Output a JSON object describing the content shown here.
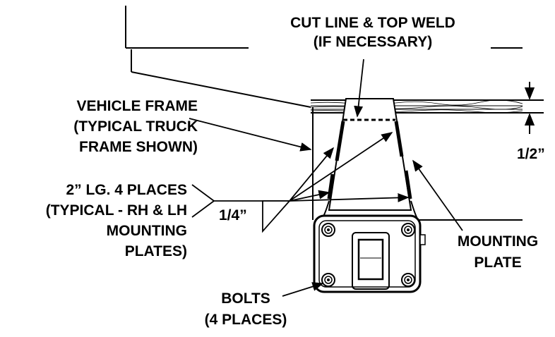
{
  "labels": {
    "cut_line": [
      "CUT LINE & TOP WELD",
      "(IF NECESSARY)"
    ],
    "vehicle_frame": [
      "VEHICLE FRAME",
      "(TYPICAL TRUCK",
      "FRAME SHOWN)"
    ],
    "weld_spec": [
      "2” LG. 4 PLACES",
      "(TYPICAL - RH & LH",
      "MOUNTING",
      "PLATES)"
    ],
    "fillet_size": "1/4”",
    "gap_dimension": "1/2”",
    "mounting_plate": [
      "MOUNTING",
      "PLATE"
    ],
    "bolts": [
      "BOLTS",
      "(4 PLACES)"
    ]
  },
  "colors": {
    "line": "#000000",
    "fill": "#ffffff",
    "shade": "#d9d9d9"
  }
}
